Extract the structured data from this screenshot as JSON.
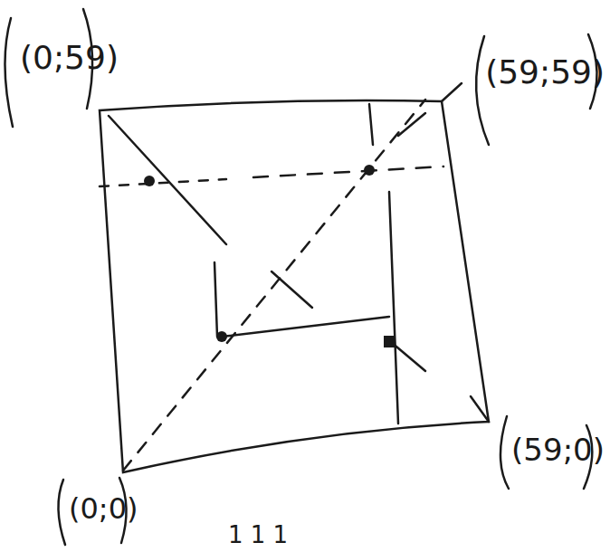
{
  "diagram": {
    "labels": [
      "(0;59)",
      "(59;59)",
      "(59;0)",
      "(0;0)",
      "1 1 1"
    ]
  }
}
